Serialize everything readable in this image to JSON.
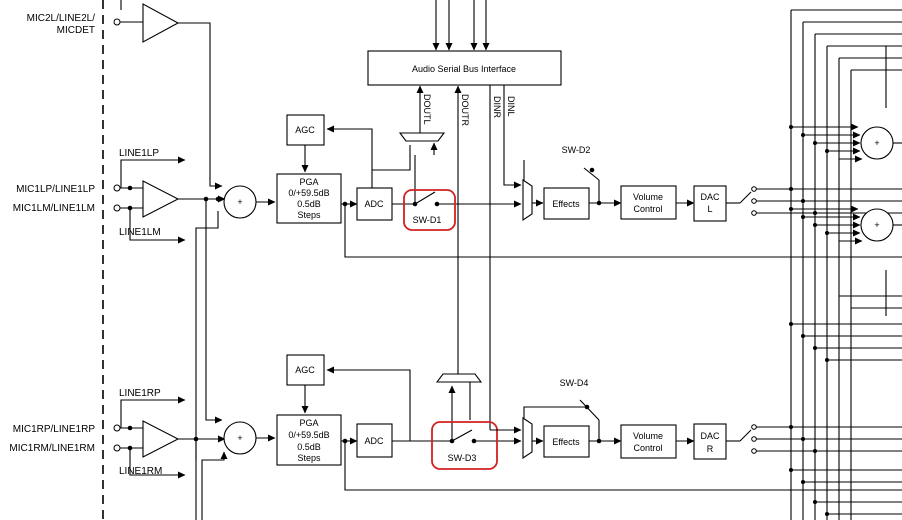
{
  "inputs": {
    "mic2l": [
      "MIC2L/LINE2L/",
      "MICDET"
    ],
    "mic1lp": "MIC1LP/LINE1LP",
    "mic1lm": "MIC1LM/LINE1LM",
    "mic1rp": "MIC1RP/LINE1RP",
    "mic1rm": "MIC1RM/LINE1RM"
  },
  "bypass_labels": {
    "line1lp": "LINE1LP",
    "line1lm": "LINE1LM",
    "line1rp": "LINE1RP",
    "line1rm": "LINE1RM"
  },
  "blocks": {
    "bus": "Audio Serial Bus Interface",
    "agc": "AGC",
    "pga": [
      "PGA",
      "0/+59.5dB",
      "0.5dB",
      "Steps"
    ],
    "adc": "ADC",
    "effects": "Effects",
    "volume": [
      "Volume",
      "Control"
    ],
    "dac_left": [
      "DAC",
      "L"
    ],
    "dac_right": [
      "DAC",
      "R"
    ],
    "sum": "+"
  },
  "signals": {
    "doutl": "DOUTL",
    "doutr": "DOUTR",
    "dinr": "DINR",
    "dinl": "DINL"
  },
  "switches": {
    "sw_d1": "SW-D1",
    "sw_d2": "SW-D2",
    "sw_d3": "SW-D3",
    "sw_d4": "SW-D4"
  },
  "colors": {
    "highlight": "#d42020",
    "line": "#000000"
  }
}
